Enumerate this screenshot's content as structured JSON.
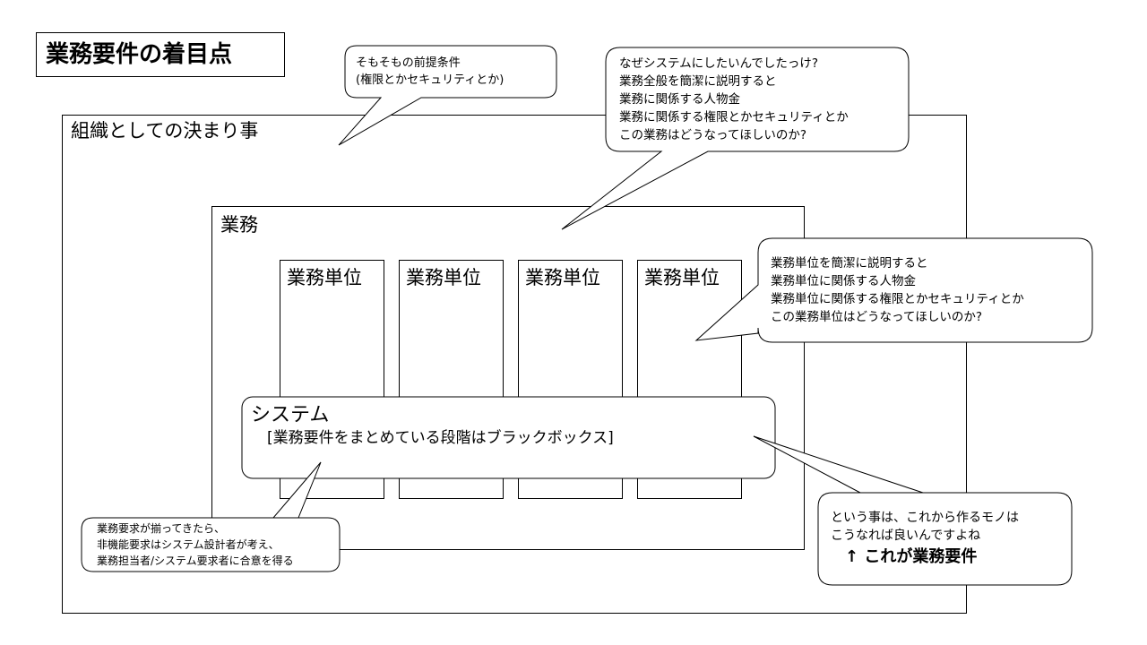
{
  "title": "業務要件の着目点",
  "frames": {
    "organization": "組織としての決まり事",
    "business": "業務",
    "business_units": [
      "業務単位",
      "業務単位",
      "業務単位",
      "業務単位"
    ],
    "system_title": "システム",
    "system_note": "[業務要件をまとめている段階はブラックボックス]"
  },
  "callouts": {
    "premise": [
      "そもそもの前提条件",
      "(権限とかセキュリティとか)"
    ],
    "business": [
      "なぜシステムにしたいんでしたっけ?",
      "業務全般を簡潔に説明すると",
      "業務に関係する人物金",
      "業務に関係する権限とかセキュリティとか",
      "この業務はどうなってほしいのか?"
    ],
    "unit": [
      "業務単位を簡潔に説明すると",
      "業務単位に関係する人物金",
      "業務単位に関係する権限とかセキュリティとか",
      "この業務単位はどうなってほしいのか?"
    ],
    "system": [
      "業務要求が揃ってきたら、",
      "非機能要求はシステム設計者が考え、",
      "業務担当者/システム要求者に合意を得る"
    ],
    "conclusion": [
      "という事は、これから作るモノは",
      "こうなれば良いんですよね"
    ],
    "conclusion_emphasis": "↑ これが業務要件"
  }
}
